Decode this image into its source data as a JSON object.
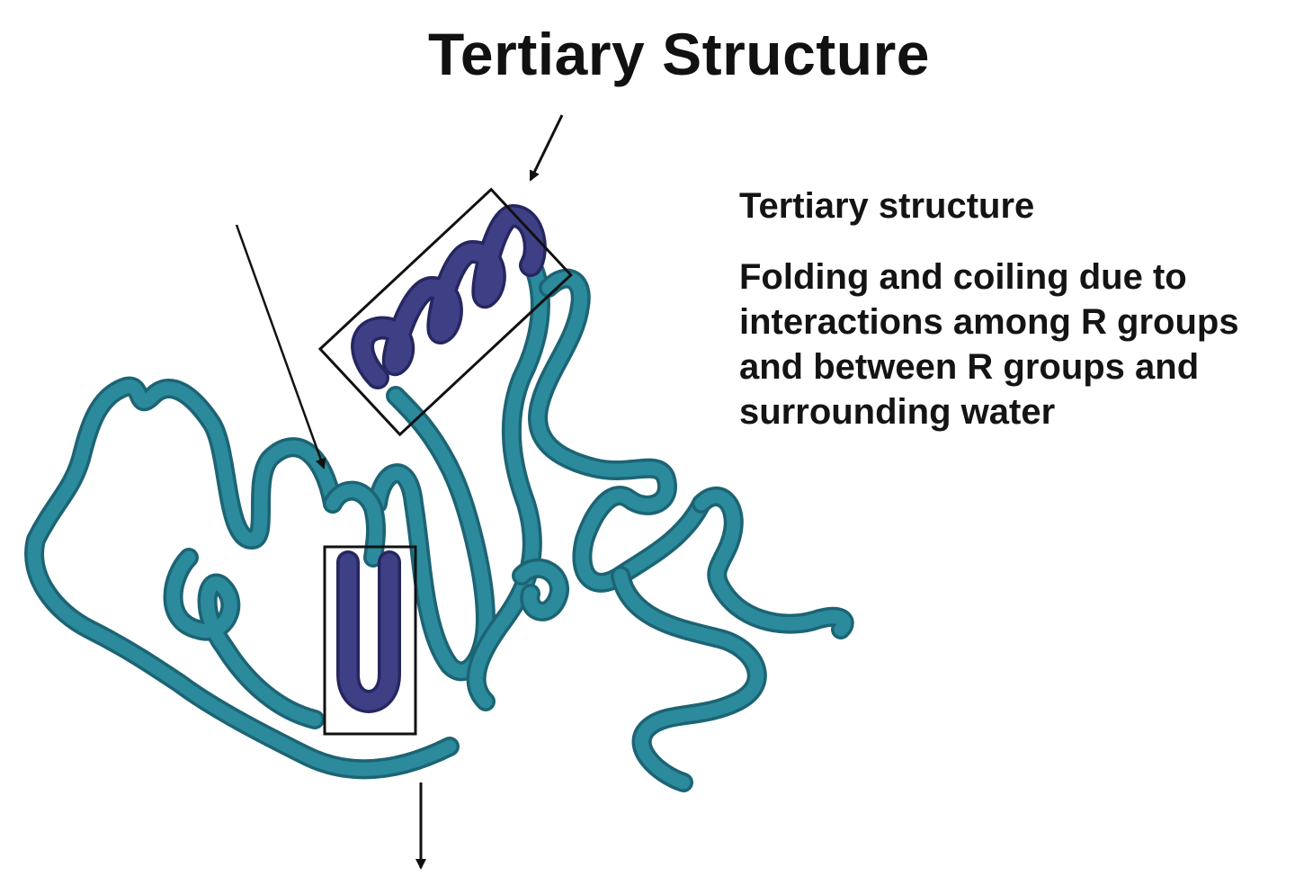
{
  "title": "Tertiary Structure",
  "description": {
    "heading": "Tertiary structure",
    "text": "Folding and coiling due to interactions among R groups and between R groups and surrounding water"
  },
  "colors": {
    "backbone": "#2b8a9c",
    "backbone_dark": "#1c6474",
    "highlight": "#3f3f86",
    "highlight_dark": "#262660",
    "annotation": "#111111"
  }
}
